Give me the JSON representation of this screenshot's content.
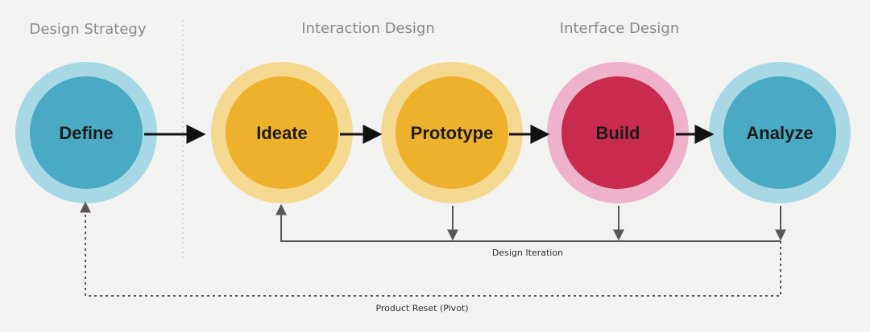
{
  "phases": {
    "design_strategy": "Design Strategy",
    "interaction_design": "Interaction Design",
    "interface_design": "Interface Design"
  },
  "nodes": [
    {
      "id": "define",
      "label": "Define",
      "inner": "#4aa9c3",
      "outer": "#a8d8e6"
    },
    {
      "id": "ideate",
      "label": "Ideate",
      "inner": "#eeb12c",
      "outer": "#f5d990"
    },
    {
      "id": "prototype",
      "label": "Prototype",
      "inner": "#eeb12c",
      "outer": "#f5d990"
    },
    {
      "id": "build",
      "label": "Build",
      "inner": "#c92a4f",
      "outer": "#eeb3cb"
    },
    {
      "id": "analyze",
      "label": "Analyze",
      "inner": "#4aa9c3",
      "outer": "#a8d8e6"
    }
  ],
  "loops": {
    "design_iteration": "Design Iteration",
    "product_reset": "Product Reset (Pivot)"
  },
  "colors": {
    "background": "#f2f2f1",
    "arrow": "#111111",
    "loop_line": "#5a5656"
  }
}
